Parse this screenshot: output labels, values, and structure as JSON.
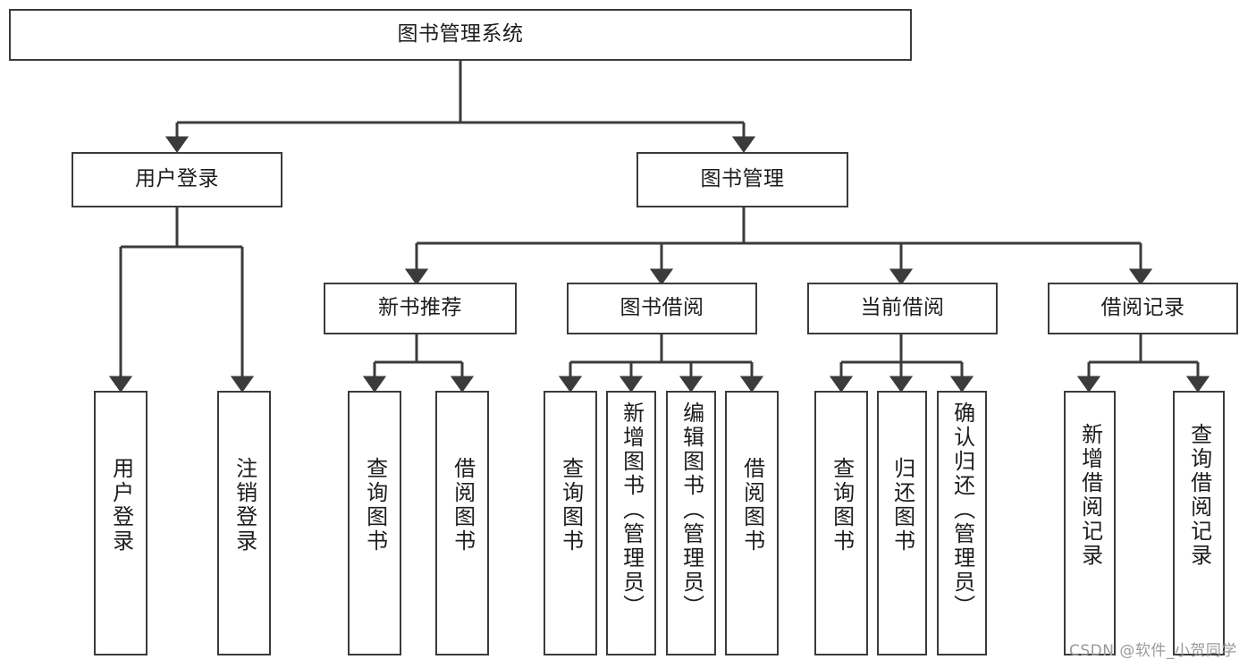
{
  "diagram": {
    "type": "function-structure-tree",
    "title": "图书管理系统",
    "background_color": "#ffffff",
    "line_color": "#3b3b3b",
    "text_color": "#1d1d1d"
  },
  "nodes": {
    "root": {
      "label": "图书管理系统",
      "level": 0
    },
    "level2": [
      {
        "id": "user-login",
        "label": "用户登录"
      },
      {
        "id": "book-manage",
        "label": "图书管理"
      }
    ],
    "level3": [
      {
        "id": "new-book-recommend",
        "label": "新书推荐"
      },
      {
        "id": "book-borrow",
        "label": "图书借阅"
      },
      {
        "id": "current-borrow",
        "label": "当前借阅"
      },
      {
        "id": "borrow-record",
        "label": "借阅记录"
      }
    ],
    "leaves": {
      "user-login": [
        {
          "id": "leaf-user-login",
          "label": "用户登录"
        },
        {
          "id": "leaf-user-logout",
          "label": "注销登录"
        }
      ],
      "new-book-recommend": [
        {
          "id": "leaf-query-book-1",
          "label": "查询图书"
        },
        {
          "id": "leaf-borrow-book-1",
          "label": "借阅图书"
        }
      ],
      "book-borrow": [
        {
          "id": "leaf-query-book-2",
          "label": "查询图书"
        },
        {
          "id": "leaf-add-book",
          "label": "新增图书（管理员）"
        },
        {
          "id": "leaf-edit-book",
          "label": "编辑图书（管理员）"
        },
        {
          "id": "leaf-borrow-book-2",
          "label": "借阅图书"
        }
      ],
      "current-borrow": [
        {
          "id": "leaf-query-book-3",
          "label": "查询图书"
        },
        {
          "id": "leaf-return-book",
          "label": "归还图书"
        },
        {
          "id": "leaf-confirm-return",
          "label": "确认归还（管理员）"
        }
      ],
      "borrow-record": [
        {
          "id": "leaf-add-record",
          "label": "新增借阅记录"
        },
        {
          "id": "leaf-query-record",
          "label": "查询借阅记录"
        }
      ]
    }
  },
  "watermark": {
    "text": "CSDN @软件_小贺同学"
  }
}
